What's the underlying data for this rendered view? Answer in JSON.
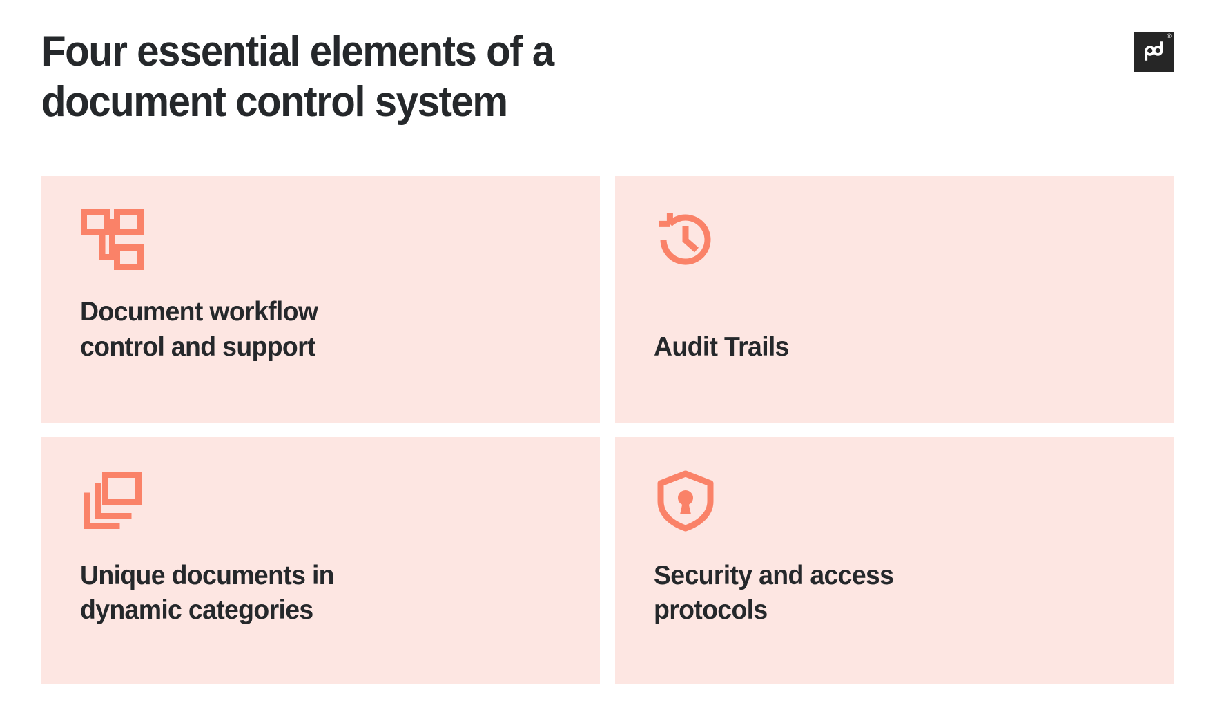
{
  "header": {
    "title": "Four essential elements of a\ndocument control system",
    "logo": {
      "name": "pandadoc-logo",
      "wordmark": "pd",
      "trademark": "®",
      "background_color": "#262626",
      "mark_color": "#ffffff"
    }
  },
  "theme": {
    "page_background": "#ffffff",
    "card_background": "#fde6e2",
    "icon_color": "#fa8268",
    "text_color": "#25282b"
  },
  "cards": [
    {
      "id": "document-workflow-control-and-support",
      "title": "Document workflow\ncontrol and support",
      "icon": "workflow-hierarchy-icon"
    },
    {
      "id": "audit-trails",
      "title": "Audit Trails",
      "icon": "history-clock-icon"
    },
    {
      "id": "unique-documents-in-dynamic-categories",
      "title": "Unique documents in\ndynamic categories",
      "icon": "stacked-documents-icon"
    },
    {
      "id": "security-and-access-protocols",
      "title": "Security and access\nprotocols",
      "icon": "shield-lock-icon"
    }
  ]
}
